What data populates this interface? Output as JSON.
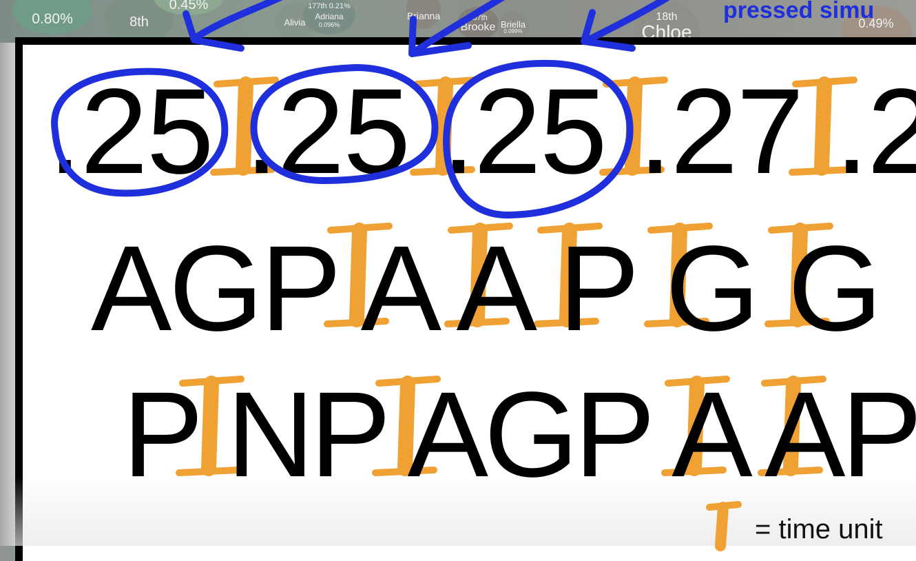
{
  "bubbles": [
    {
      "label": "0.80%",
      "rank": ""
    },
    {
      "label": "8th",
      "rank": ""
    },
    {
      "label": "0.45%",
      "rank": ""
    },
    {
      "label": "Alivia",
      "rank": "177th 0.21%"
    },
    {
      "label": "Adriana",
      "rank": "0.096%"
    },
    {
      "label": "Brooke",
      "rank": "137th"
    },
    {
      "label": "Brianna",
      "rank": ""
    },
    {
      "label": "Briella",
      "rank": "0.099%"
    },
    {
      "label": "Chloe",
      "rank": "18th"
    },
    {
      "label": "0.49%",
      "rank": ""
    }
  ],
  "annotation_text": "pressed simu",
  "rows": {
    "row1": ".25 .25 .25 .27 .2",
    "row2": "AGP A A P G G",
    "row3": "P NP AGP A AP"
  },
  "legend": {
    "text": "= time unit"
  },
  "colors": {
    "ink_blue": "#1f2fdc",
    "marker_orange": "#f0a133",
    "text_black": "#000000"
  }
}
